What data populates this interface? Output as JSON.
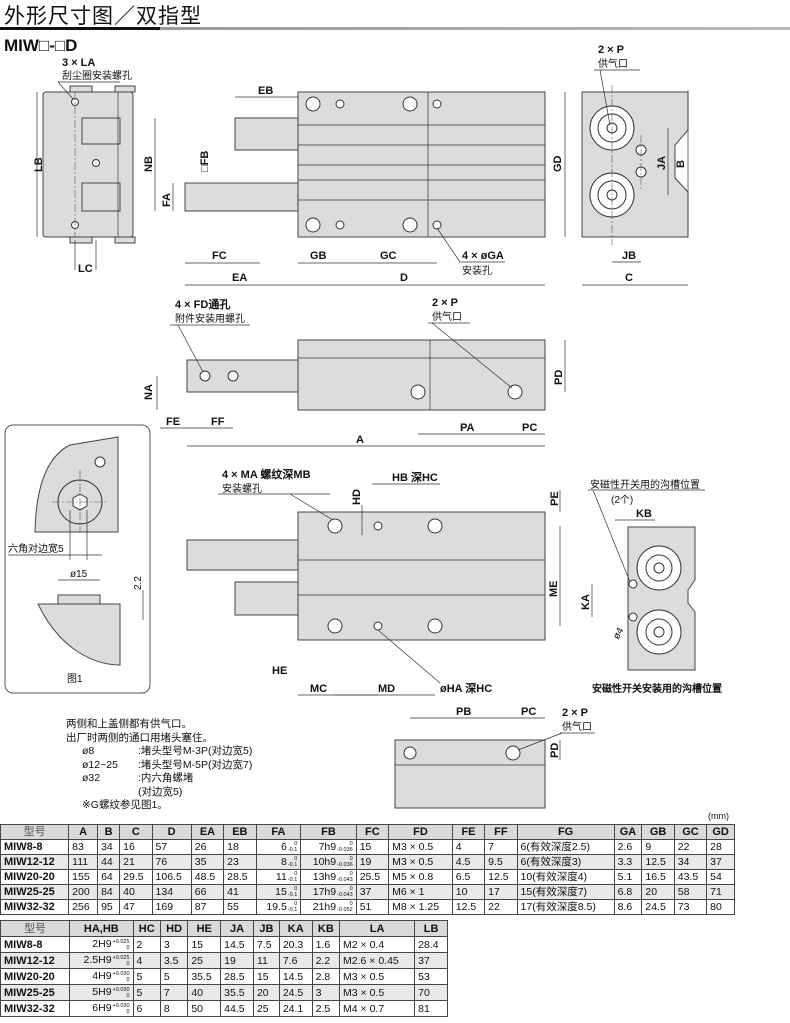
{
  "header": {
    "title": "外形尺寸图／双指型",
    "model": "MIW□-□D"
  },
  "view_side": {
    "la_label": "3 × LA",
    "la_note": "刮尘圈安装螺孔",
    "lb": "LB",
    "lc": "LC"
  },
  "view_top": {
    "eb": "EB",
    "nb": "NB",
    "fb": "□FB",
    "fa": "FA",
    "fc": "FC",
    "ea": "EA",
    "gb": "GB",
    "gc": "GC",
    "d": "D",
    "ga_label": "4 × øGA",
    "ga_note": "安装孔",
    "gd": "GD"
  },
  "view_end": {
    "p_label": "2 × P",
    "p_note": "供气口",
    "ja": "JA",
    "b": "B",
    "jb": "JB",
    "c": "C"
  },
  "view_front": {
    "fd_label": "4 × FD通孔",
    "fd_note": "附件安装用螺孔",
    "p_label": "2 × P",
    "p_note": "供气口",
    "na": "NA",
    "pd": "PD",
    "fe": "FE",
    "ff": "FF",
    "pa": "PA",
    "pc": "PC",
    "a": "A"
  },
  "figure1": {
    "hex_label": "六角对边宽5",
    "dia": "ø15",
    "height": "2.2",
    "caption": "图1"
  },
  "view_bottom": {
    "ma_label": "4 × MA 螺纹深MB",
    "ma_note": "安装螺孔",
    "hb_label": "HB 深HC",
    "hd": "HD",
    "pe": "PE",
    "me": "ME",
    "he": "HE",
    "mc": "MC",
    "md": "MD",
    "ha_label": "øHA 深HC"
  },
  "view_switch": {
    "groove_label": "安磁性开关用的沟槽位置",
    "groove_count": "(2个)",
    "kb": "KB",
    "ka": "KA",
    "d4": "ø4",
    "caption": "安磁性开关安装用的沟槽位置"
  },
  "view_port": {
    "pb": "PB",
    "pc": "PC",
    "p_label": "2 × P",
    "p_note": "供气口",
    "pd": "PD"
  },
  "notes": {
    "line1": "两侧和上盖侧都有供气口。",
    "line2": "出厂时两侧的通口用堵头塞住。",
    "items": [
      {
        "size": "ø8",
        "text": ":堵头型号M-3P(对边宽5)"
      },
      {
        "size": "ø12~25",
        "text": ":堵头型号M-5P(对边宽7)"
      },
      {
        "size": "ø32",
        "text": ":内六角螺堵"
      },
      {
        "size": "",
        "text": "(对边宽5)"
      }
    ],
    "line3": "※G螺纹参见图1。"
  },
  "unit": "(mm)",
  "table1": {
    "headers": [
      "型号",
      "A",
      "B",
      "C",
      "D",
      "EA",
      "EB",
      "FA",
      "FB",
      "FC",
      "FD",
      "FE",
      "FF",
      "FG",
      "GA",
      "GB",
      "GC",
      "GD"
    ],
    "rows": [
      [
        "MIW8-8",
        "83",
        "34",
        "16",
        "57",
        "26",
        "18",
        {
          "v": "6",
          "u": "0",
          "l": "-0.1"
        },
        {
          "v": "7h9",
          "u": "0",
          "l": "-0.036"
        },
        "15",
        "M3 × 0.5",
        "4",
        "7",
        "6(有效深度2.5)",
        "2.6",
        "9",
        "22",
        "28"
      ],
      [
        "MIW12-12",
        "111",
        "44",
        "21",
        "76",
        "35",
        "23",
        {
          "v": "8",
          "u": "0",
          "l": "-0.1"
        },
        {
          "v": "10h9",
          "u": "0",
          "l": "-0.036"
        },
        "19",
        "M3 × 0.5",
        "4.5",
        "9.5",
        "6(有效深度3)",
        "3.3",
        "12.5",
        "34",
        "37"
      ],
      [
        "MIW20-20",
        "155",
        "64",
        "29.5",
        "106.5",
        "48.5",
        "28.5",
        {
          "v": "11",
          "u": "0",
          "l": "-0.1"
        },
        {
          "v": "13h9",
          "u": "0",
          "l": "-0.043"
        },
        "25.5",
        "M5 × 0.8",
        "6.5",
        "12.5",
        "10(有效深度4)",
        "5.1",
        "16.5",
        "43.5",
        "54"
      ],
      [
        "MIW25-25",
        "200",
        "84",
        "40",
        "134",
        "66",
        "41",
        {
          "v": "15",
          "u": "0",
          "l": "-0.1"
        },
        {
          "v": "17h9",
          "u": "0",
          "l": "-0.043"
        },
        "37",
        "M6 × 1",
        "10",
        "17",
        "15(有效深度7)",
        "6.8",
        "20",
        "58",
        "71"
      ],
      [
        "MIW32-32",
        "256",
        "95",
        "47",
        "169",
        "87",
        "55",
        {
          "v": "19.5",
          "u": "0",
          "l": "-0.1"
        },
        {
          "v": "21h9",
          "u": "0",
          "l": "-0.052"
        },
        "51",
        "M8 × 1.25",
        "12.5",
        "22",
        "17(有效深度8.5)",
        "8.6",
        "24.5",
        "73",
        "80"
      ]
    ]
  },
  "table2": {
    "headers": [
      "型号",
      "HA,HB",
      "HC",
      "HD",
      "HE",
      "JA",
      "JB",
      "KA",
      "KB",
      "LA",
      "LB"
    ],
    "rows": [
      [
        "MIW8-8",
        {
          "v": "2H9",
          "u": "+0.025",
          "l": "0"
        },
        "2",
        "3",
        "15",
        "14.5",
        "7.5",
        "20.3",
        "1.6",
        "M2 × 0.4",
        "28.4"
      ],
      [
        "MIW12-12",
        {
          "v": "2.5H9",
          "u": "+0.025",
          "l": "0"
        },
        "4",
        "3.5",
        "25",
        "19",
        "11",
        "7.6",
        "2.2",
        "M2.6 × 0.45",
        "37"
      ],
      [
        "MIW20-20",
        {
          "v": "4H9",
          "u": "+0.030",
          "l": "0"
        },
        "5",
        "5",
        "35.5",
        "28.5",
        "15",
        "14.5",
        "2.8",
        "M3 × 0.5",
        "53"
      ],
      [
        "MIW25-25",
        {
          "v": "5H9",
          "u": "+0.030",
          "l": "0"
        },
        "5",
        "7",
        "40",
        "35.5",
        "20",
        "24.5",
        "3",
        "M3 × 0.5",
        "70"
      ],
      [
        "MIW32-32",
        {
          "v": "6H9",
          "u": "+0.030",
          "l": "0"
        },
        "6",
        "8",
        "50",
        "44.5",
        "25",
        "24.1",
        "2.5",
        "M4 × 0.7",
        "81"
      ]
    ]
  }
}
